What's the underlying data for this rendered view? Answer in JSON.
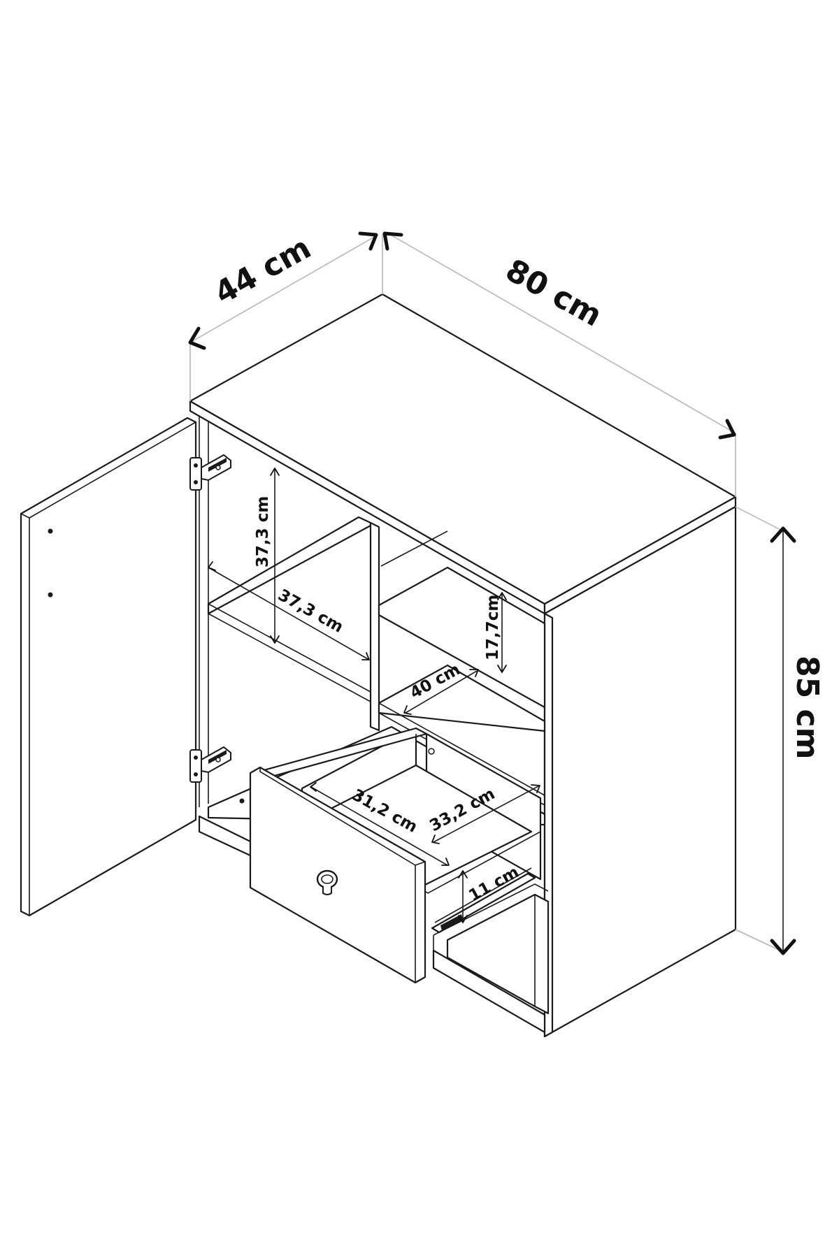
{
  "dimensions": {
    "depth": "44 cm",
    "width": "80 cm",
    "height": "85 cm",
    "shelf_height": "37,3 cm",
    "shelf_width": "37,3 cm",
    "right_shelf_height": "17,7cm",
    "right_shelf_depth": "40 cm",
    "drawer_width": "31,2 cm",
    "drawer_depth": "33,2 cm",
    "drawer_height": "11 cm"
  },
  "icons": {
    "hinge_top": "hinge-icon",
    "hinge_bottom": "hinge-icon",
    "drawer_knob": "knob-icon"
  },
  "colors": {
    "line": "#1a1a1a",
    "dimension_line": "#bdbdbd",
    "background": "#ffffff"
  }
}
